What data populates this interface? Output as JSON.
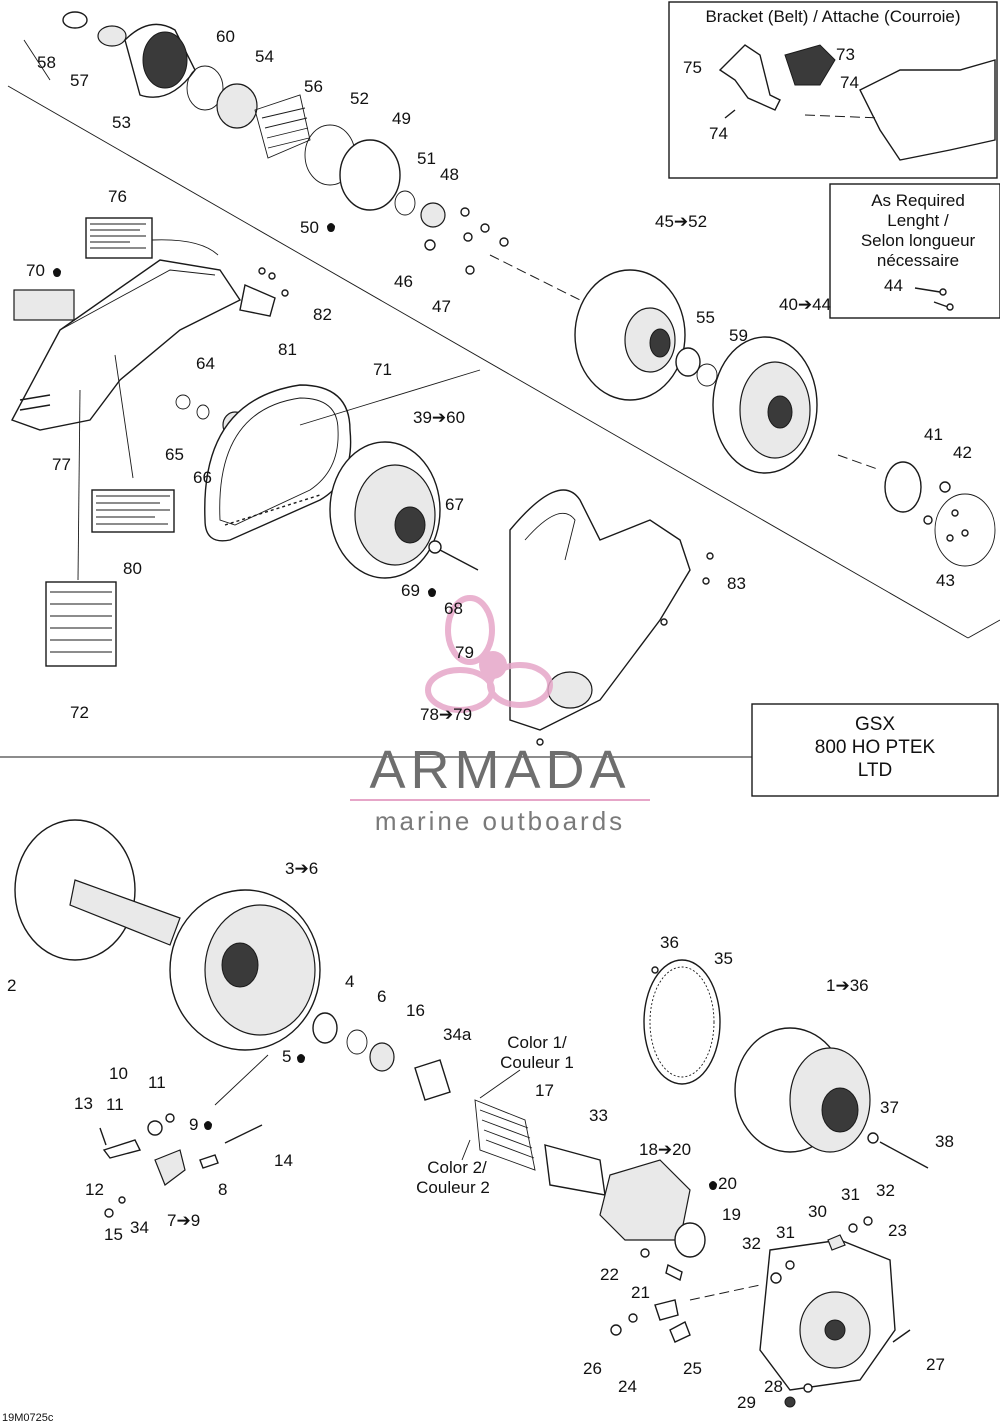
{
  "drawing_code": "19M0725c",
  "bracket_box": {
    "title": "Bracket (Belt) / Attache (Courroie)"
  },
  "length_box": {
    "lines": [
      "As Required",
      "Lenght /",
      "Selon longueur",
      "nécessaire"
    ]
  },
  "model_box": {
    "lines": [
      "GSX",
      "800 HO PTEK",
      "LTD"
    ]
  },
  "watermark": {
    "brand": "ARMADA",
    "tagline": "marine outboards",
    "accent_color": "#e6a6c8"
  },
  "spring_colors": {
    "color1": [
      "Color 1/",
      "Couleur 1"
    ],
    "color2": [
      "Color 2/",
      "Couleur 2"
    ]
  },
  "labels": {
    "l58": "58",
    "l57": "57",
    "l53": "53",
    "l60": "60",
    "l54": "54",
    "l56": "56",
    "l52": "52",
    "l49": "49",
    "l51": "51",
    "l48": "48",
    "l50": "50",
    "l46": "46",
    "l47": "47",
    "l45_52": "45➔52",
    "l55": "55",
    "l59": "59",
    "l40_44": "40➔44",
    "l76": "76",
    "l70": "70",
    "l82": "82",
    "l81": "81",
    "l64": "64",
    "l65": "65",
    "l66": "66",
    "l77": "77",
    "l71": "71",
    "l39_60": "39➔60",
    "l41": "41",
    "l42": "42",
    "l43": "43",
    "l67": "67",
    "l69": "69",
    "l68": "68",
    "l80": "80",
    "l83": "83",
    "l72": "72",
    "l79": "79",
    "l78_79": "78➔79",
    "l73": "73",
    "l74a": "74",
    "l74b": "74",
    "l75": "75",
    "l44": "44",
    "l2": "2",
    "l3_6": "3➔6",
    "l4": "4",
    "l6": "6",
    "l16": "16",
    "l34a": "34a",
    "l5": "5",
    "l10": "10",
    "l11a": "11",
    "l11b": "11",
    "l13": "13",
    "l9": "9",
    "l14": "14",
    "l12": "12",
    "l8": "8",
    "l15": "15",
    "l34": "34",
    "l7_9": "7➔9",
    "l36": "36",
    "l35": "35",
    "l1_36": "1➔36",
    "l17": "17",
    "l33": "33",
    "l18_20": "18➔20",
    "l20": "20",
    "l19": "19",
    "l37": "37",
    "l38": "38",
    "l31a": "31",
    "l32a": "32",
    "l30": "30",
    "l31b": "31",
    "l32b": "32",
    "l23": "23",
    "l22": "22",
    "l21": "21",
    "l26": "26",
    "l25": "25",
    "l24": "24",
    "l27": "27",
    "l28": "28",
    "l29": "29"
  }
}
